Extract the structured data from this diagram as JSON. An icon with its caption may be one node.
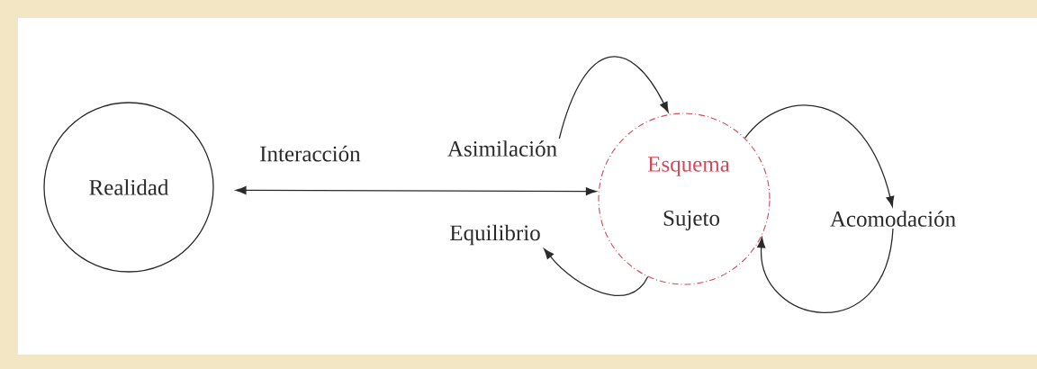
{
  "diagram": {
    "nodes": [
      {
        "text": [
          "Realidad"
        ]
      },
      {
        "text": [
          "Esquema",
          "Sujeto"
        ]
      },
      {
        "text": [
          "Asimilación"
        ]
      },
      {
        "text": [
          "Equilibrio"
        ]
      },
      {
        "text": [
          "Acomodación"
        ]
      }
    ],
    "edges": [
      {
        "from": 0,
        "to": 1,
        "arrow": "both",
        "label": "Interacción"
      },
      {
        "from": 2,
        "to": 1,
        "arrow": "to"
      },
      {
        "from": 1,
        "to": 3,
        "arrow": "to"
      },
      {
        "from": 1,
        "to": 4,
        "arrow": "to"
      },
      {
        "from": 4,
        "to": 1,
        "arrow": "to"
      }
    ]
  }
}
